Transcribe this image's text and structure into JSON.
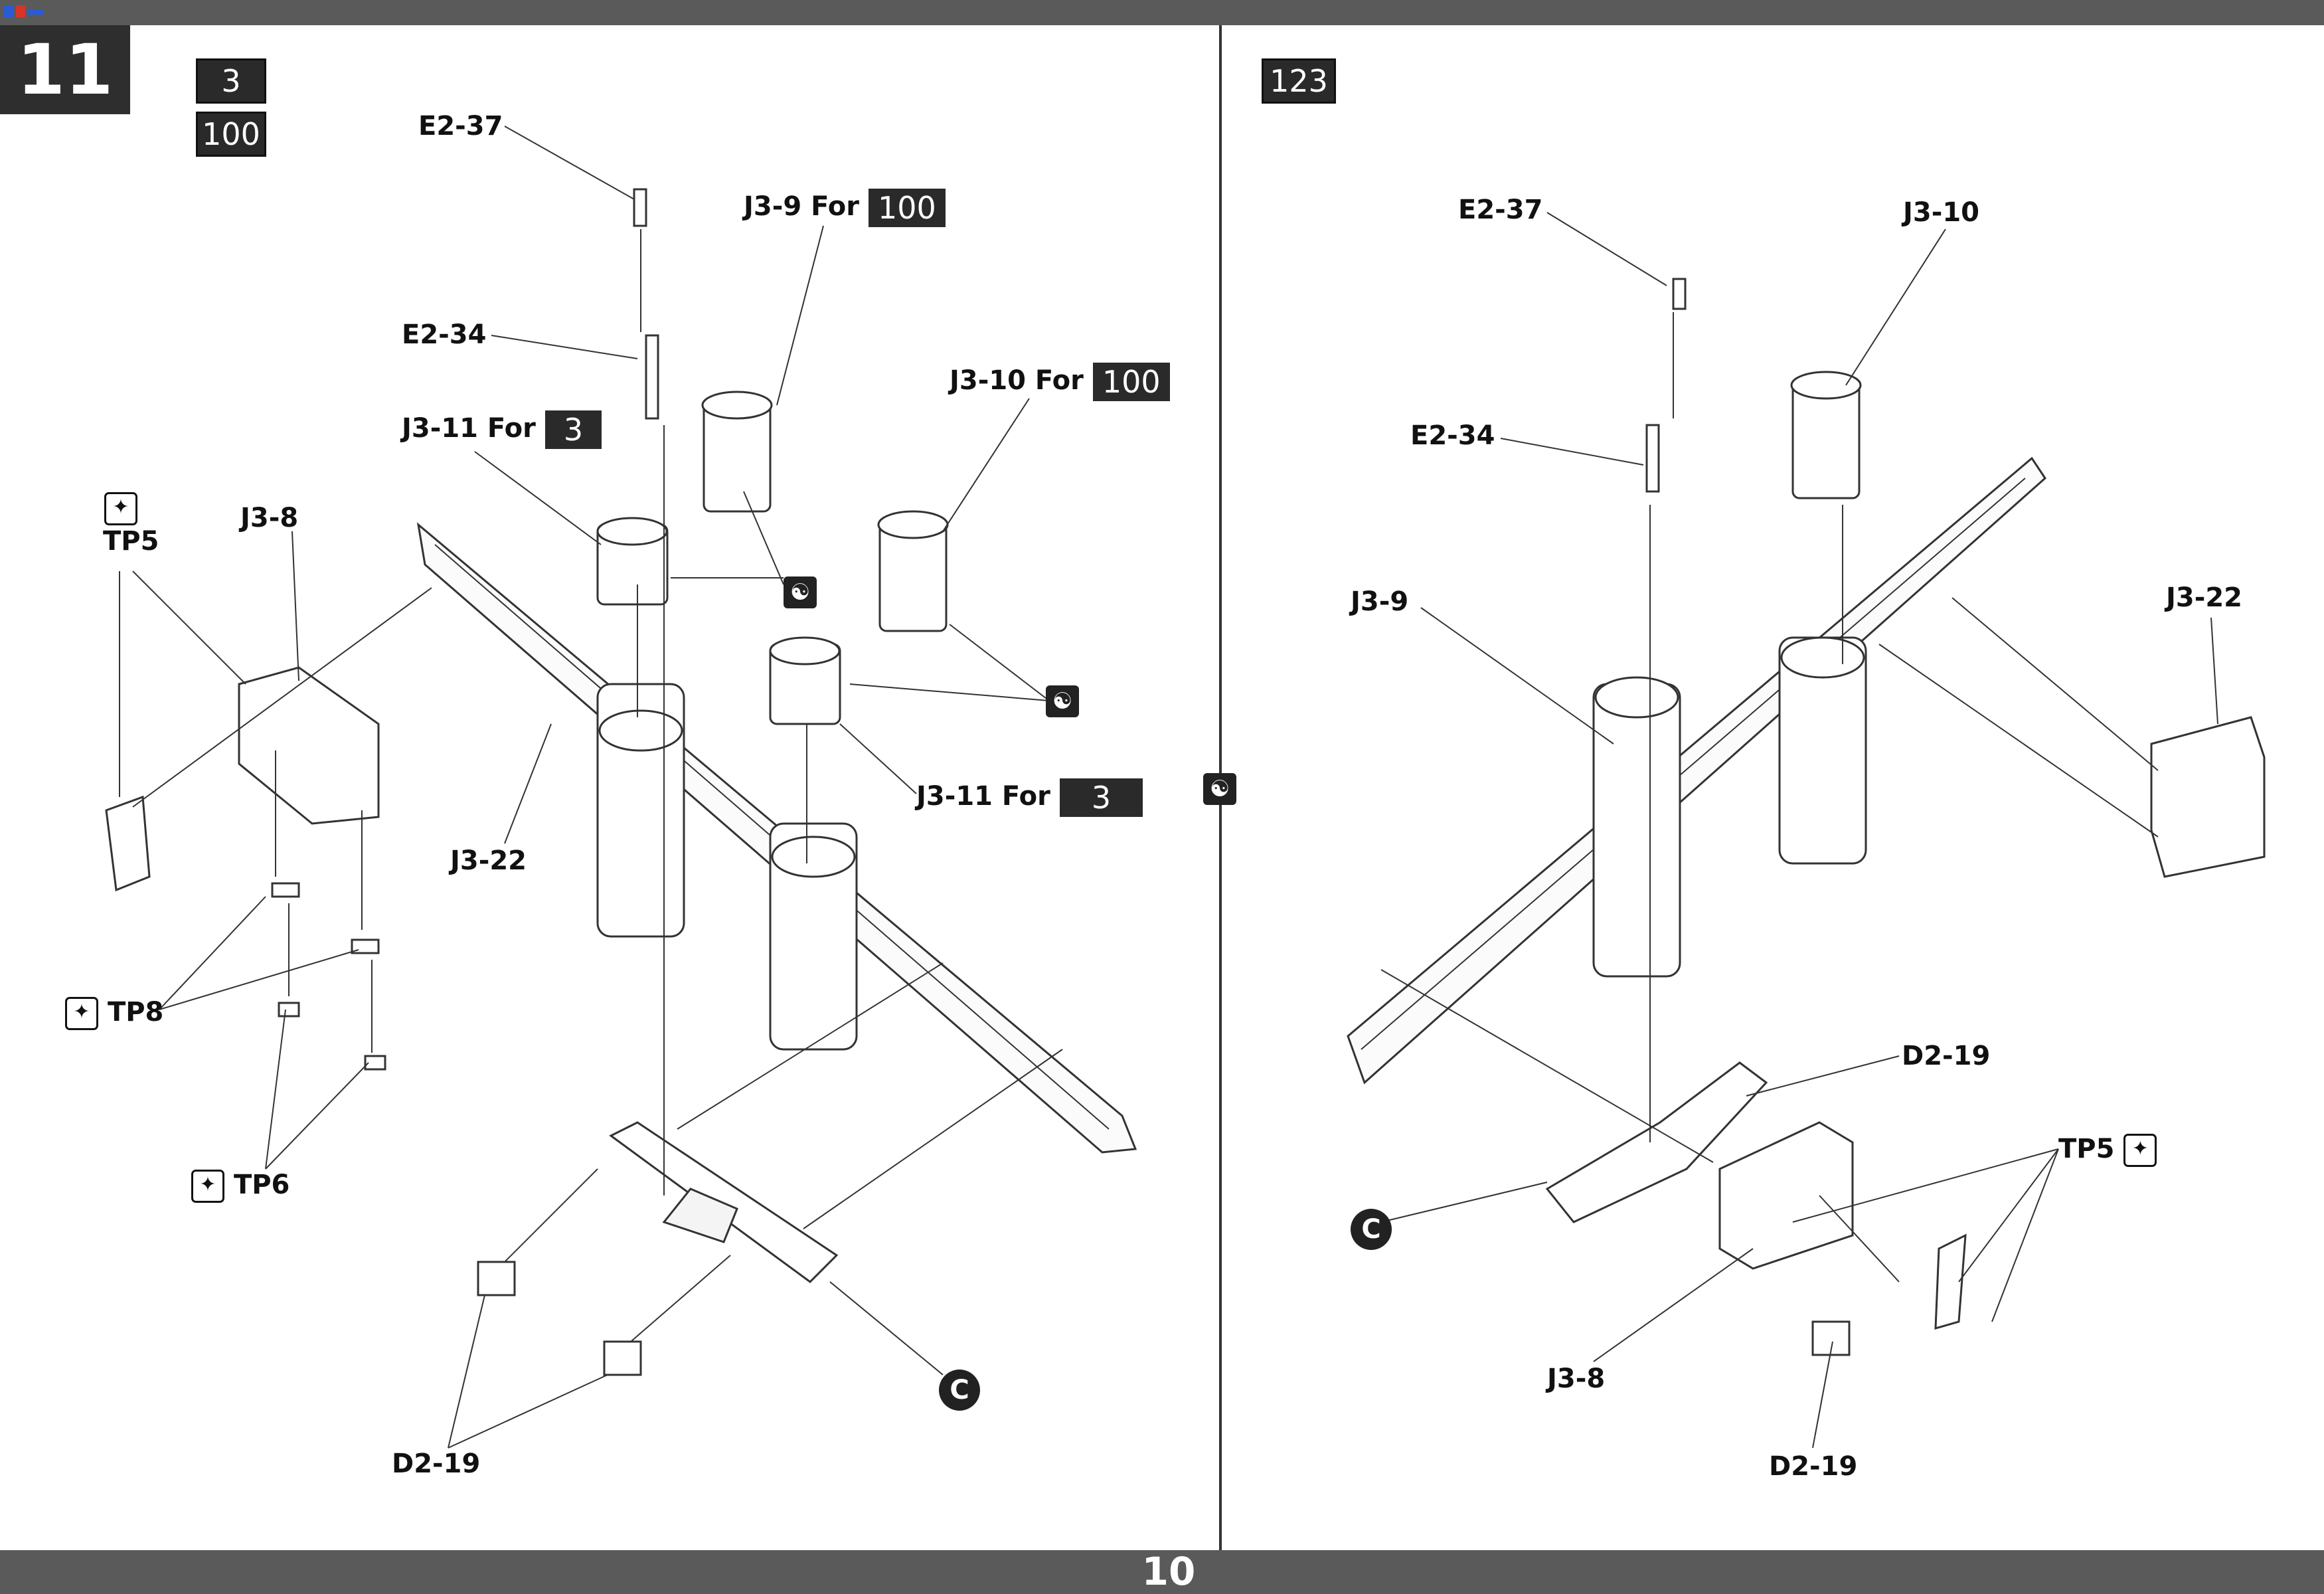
{
  "page": {
    "step_number": "11",
    "page_number": "10"
  },
  "left_panel": {
    "variant_badges": [
      "3",
      "100"
    ],
    "labels": {
      "e2_37": "E2-37",
      "e2_34": "E2-34",
      "j3_9": "J3-9 For",
      "j3_9_badge": "100",
      "j3_10": "J3-10 For",
      "j3_10_badge": "100",
      "j3_11_top": "J3-11 For",
      "j3_11_top_badge": "3",
      "j3_11_bottom": "J3-11 For",
      "j3_11_bottom_badge": "3",
      "j3_8": "J3-8",
      "tp5": "TP5",
      "j3_22": "J3-22",
      "tp8": "TP8",
      "tp6": "TP6",
      "d2_19": "D2-19",
      "c_mark": "C"
    }
  },
  "right_panel": {
    "variant_badge": "123",
    "labels": {
      "e2_37": "E2-37",
      "j3_10": "J3-10",
      "e2_34": "E2-34",
      "j3_9": "J3-9",
      "j3_22": "J3-22",
      "d2_19_top": "D2-19",
      "tp5": "TP5",
      "c_mark": "C",
      "j3_8": "J3-8",
      "d2_19_bottom": "D2-19"
    }
  },
  "icons": {
    "glue": "cement-icon",
    "tp": "photo-etch-icon",
    "brand": "brand-logo-icon"
  },
  "colors": {
    "bar": "#5a5a5a",
    "badge": "#2a2a2a",
    "line": "#333333"
  }
}
